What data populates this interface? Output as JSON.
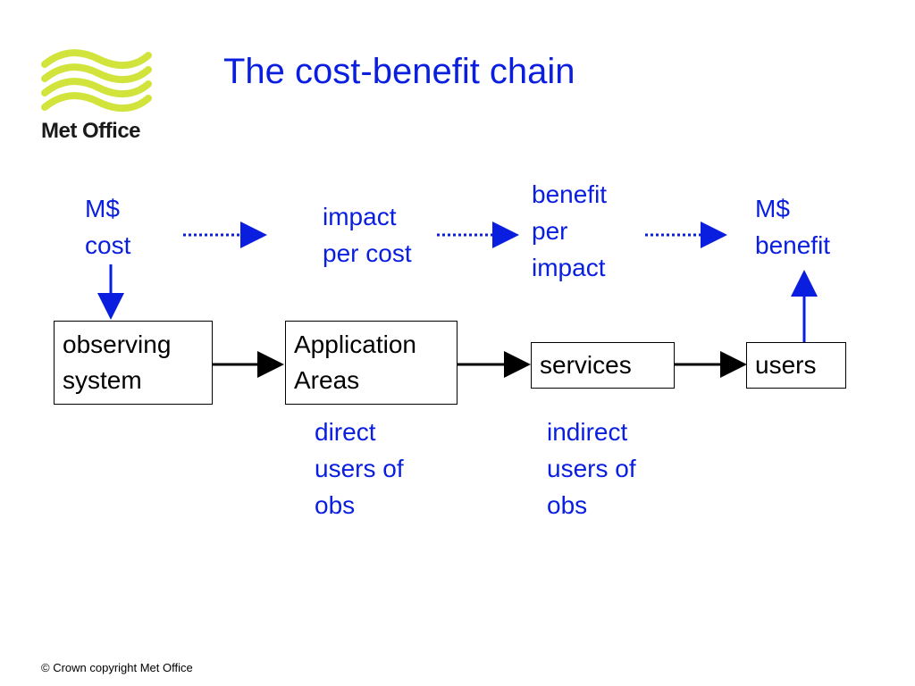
{
  "slide": {
    "title": "The cost-benefit chain",
    "logo_text": "Met Office",
    "footer": "© Crown copyright   Met Office"
  },
  "diagram": {
    "top_labels": {
      "cost": "M$\ncost",
      "impact_per_cost": "impact\nper cost",
      "benefit_per_impact": "benefit\nper\nimpact",
      "benefit": "M$\nbenefit"
    },
    "nodes": {
      "observing_system": "observing\nsystem",
      "application_areas": "Application\nAreas",
      "services": "services",
      "users": "users"
    },
    "bottom_labels": {
      "direct": "direct\nusers of\nobs",
      "indirect": "indirect\nusers of\nobs"
    }
  },
  "colors": {
    "accent_blue": "#0a1ee0",
    "logo_green": "#d2e33b",
    "text_black": "#000000"
  }
}
